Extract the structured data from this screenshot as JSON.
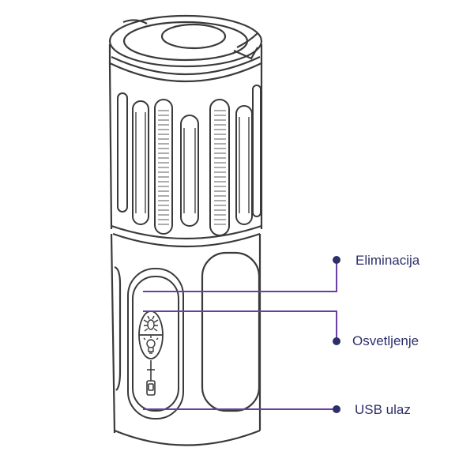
{
  "callouts": [
    {
      "label": "Eliminacija"
    },
    {
      "label": "Osvetljenje"
    },
    {
      "label": "USB ulaz"
    }
  ],
  "colors": {
    "outline": "#3a3a3a",
    "callout_line": "#6b3fa0",
    "callout_dot": "#2d2f6b",
    "label_text": "#2d2f6b"
  },
  "icons": [
    "bug-icon",
    "lightbulb-icon",
    "usb-port-icon"
  ]
}
